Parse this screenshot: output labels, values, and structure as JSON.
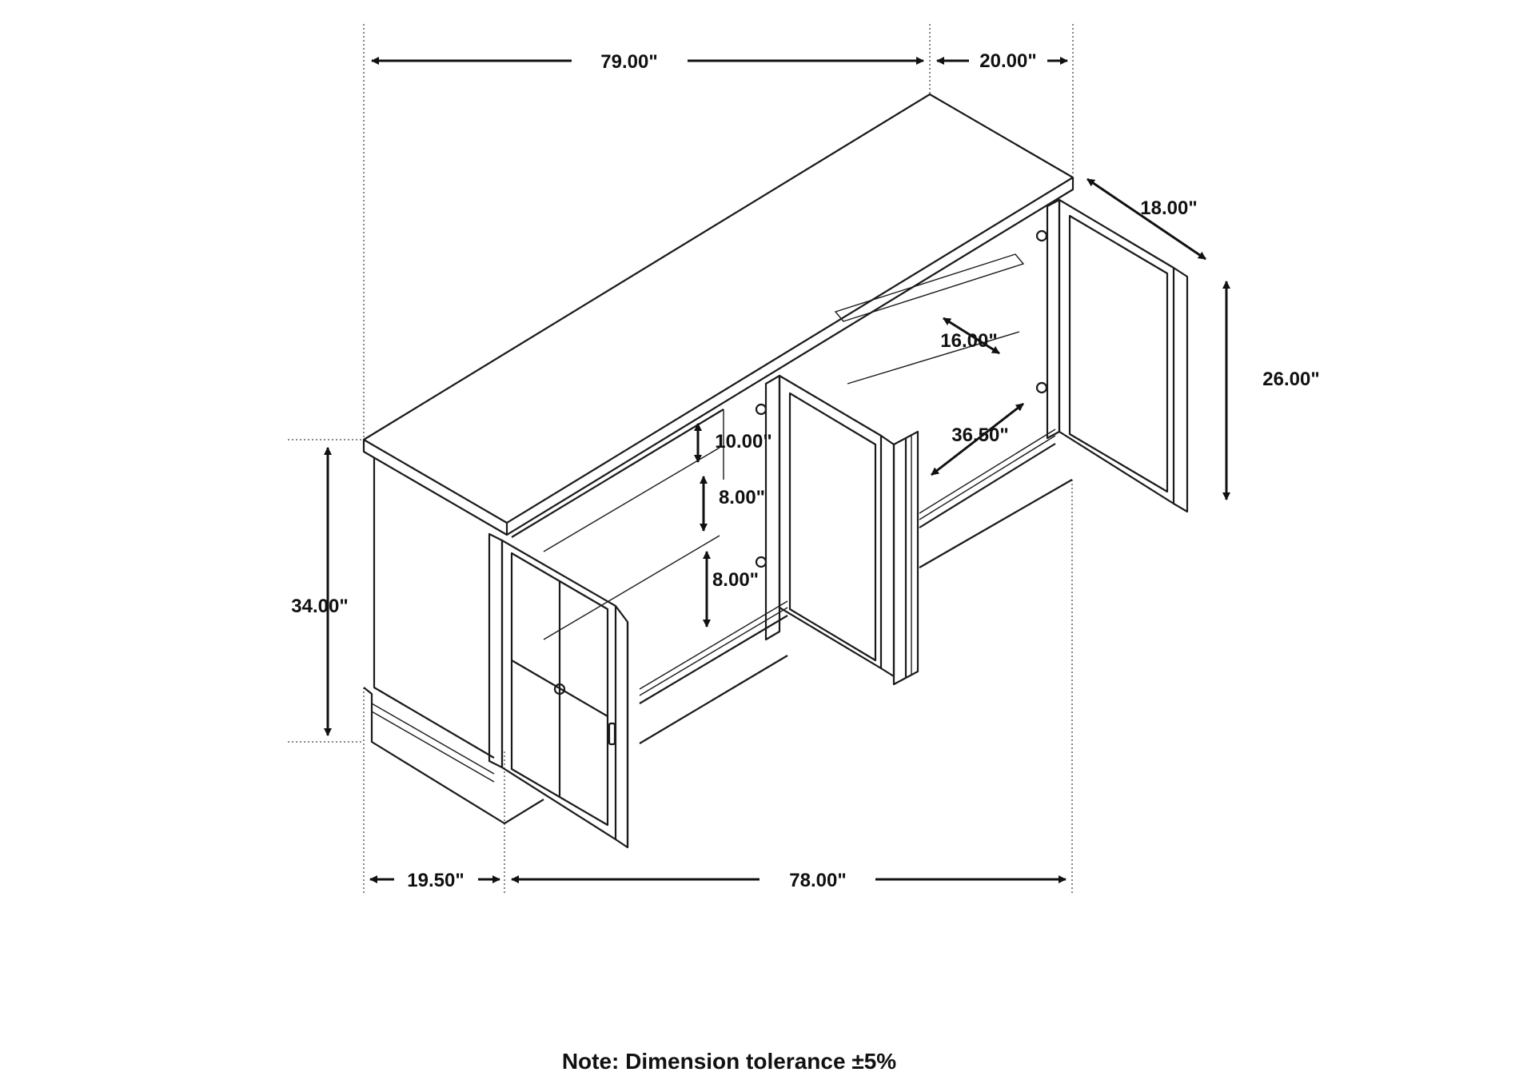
{
  "dimensions": {
    "overall_width": "79.00\"",
    "top_depth": "20.00\"",
    "side_depth": "18.00\"",
    "door_height": "26.00\"",
    "shelf_depth": "16.00\"",
    "opening_width": "36.50\"",
    "upper_spacing": "10.00\"",
    "middle_spacing": "8.00\"",
    "lower_spacing": "8.00\"",
    "overall_height": "34.00\"",
    "base_depth": "19.50\"",
    "base_width": "78.00\""
  },
  "note": "Note: Dimension tolerance ±5%",
  "colors": {
    "line": "#1a1a1a",
    "background": "#ffffff"
  }
}
